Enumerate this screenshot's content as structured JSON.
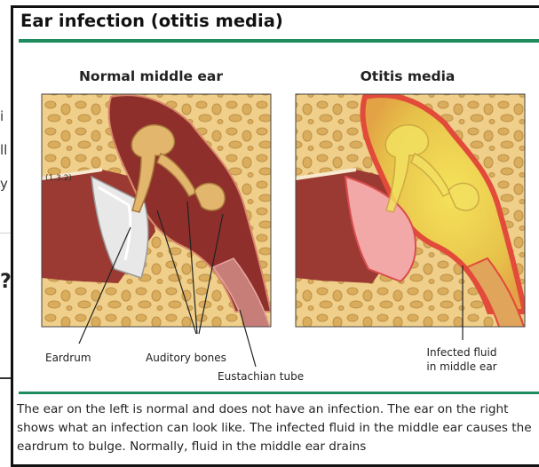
{
  "modal": {
    "title": "Ear infection (otitis media)",
    "caption": "The ear on the left is normal and does not have an infection. The ear on the right shows what an infection can look like. The infected fluid in the middle ear causes the eardrum to bulge. Normally, fluid in the middle ear drains"
  },
  "figure": {
    "left_title": "Normal middle ear",
    "right_title": "Otitis media",
    "copyright": "(1.3.2)",
    "labels": {
      "eardrum": "Eardrum",
      "auditory_bones": "Auditory bones",
      "eustachian_tube": "Eustachian tube",
      "infected_fluid_line1": "Infected fluid",
      "infected_fluid_line2": "in middle ear"
    }
  },
  "background_page": {
    "fragments": [
      "i",
      "ll",
      "y t",
      "?"
    ]
  }
}
